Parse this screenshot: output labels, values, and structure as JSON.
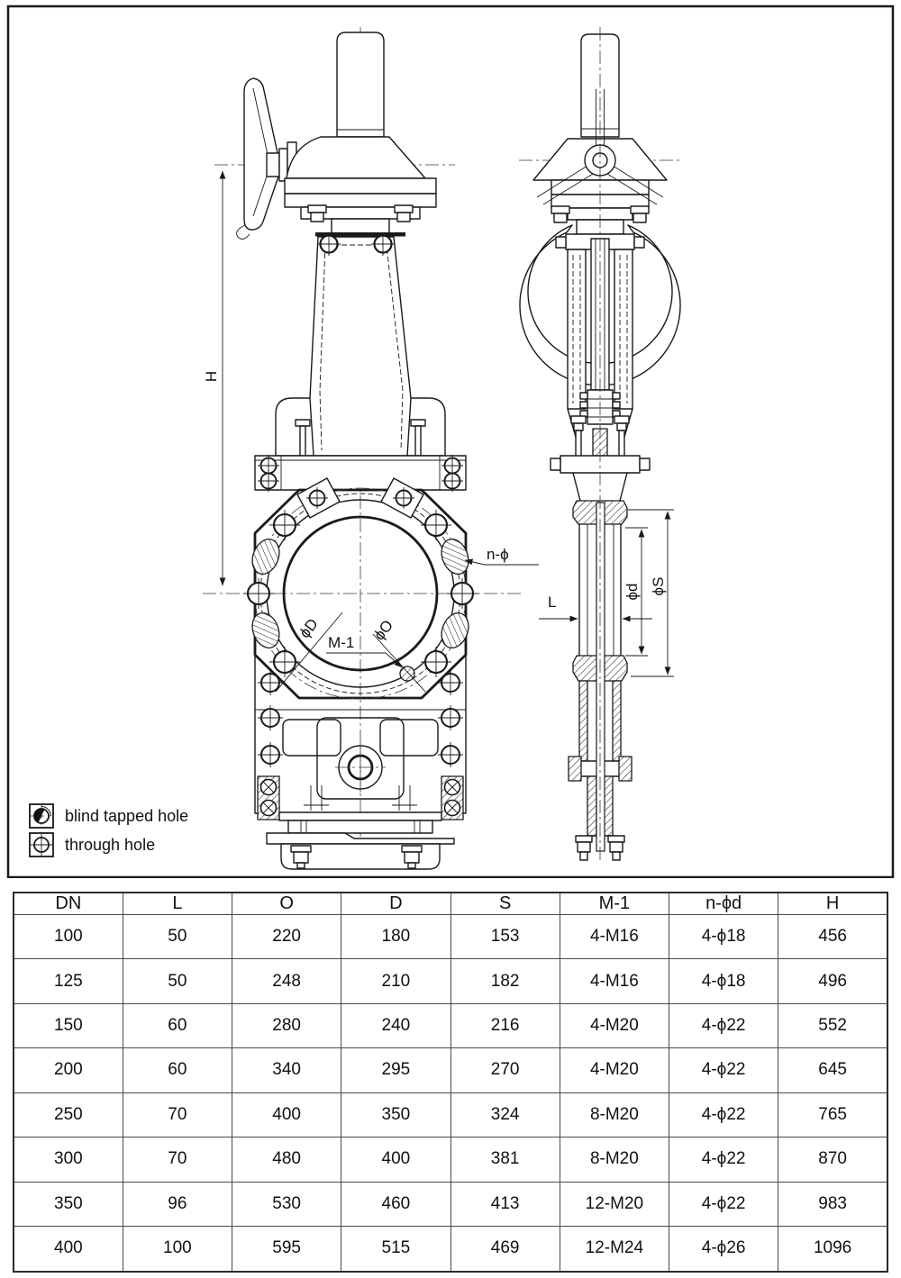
{
  "drawing": {
    "labels": {
      "h_dim": "H",
      "n_phi": "n-ϕ",
      "phi_d_front": "ϕD",
      "phi_o": "ϕO",
      "m1": "M-1",
      "l_dim": "L",
      "phi_d_side": "ϕd",
      "phi_s": "ϕS"
    },
    "legend": [
      {
        "symbol": "blind-tapped-hole",
        "label": "blind tapped hole"
      },
      {
        "symbol": "through-hole",
        "label": "through hole"
      }
    ]
  },
  "table": {
    "headers": [
      "DN",
      "L",
      "O",
      "D",
      "S",
      "M-1",
      "n-ϕd",
      "H"
    ],
    "rows": [
      [
        "100",
        "50",
        "220",
        "180",
        "153",
        "4-M16",
        "4-ϕ18",
        "456"
      ],
      [
        "125",
        "50",
        "248",
        "210",
        "182",
        "4-M16",
        "4-ϕ18",
        "496"
      ],
      [
        "150",
        "60",
        "280",
        "240",
        "216",
        "4-M20",
        "4-ϕ22",
        "552"
      ],
      [
        "200",
        "60",
        "340",
        "295",
        "270",
        "4-M20",
        "4-ϕ22",
        "645"
      ],
      [
        "250",
        "70",
        "400",
        "350",
        "324",
        "8-M20",
        "4-ϕ22",
        "765"
      ],
      [
        "300",
        "70",
        "480",
        "400",
        "381",
        "8-M20",
        "4-ϕ22",
        "870"
      ],
      [
        "350",
        "96",
        "530",
        "460",
        "413",
        "12-M20",
        "4-ϕ22",
        "983"
      ],
      [
        "400",
        "100",
        "595",
        "515",
        "469",
        "12-M24",
        "4-ϕ26",
        "1096"
      ]
    ]
  },
  "colors": {
    "line": "#1a1a1a",
    "table_border": "#4a4a4a"
  }
}
